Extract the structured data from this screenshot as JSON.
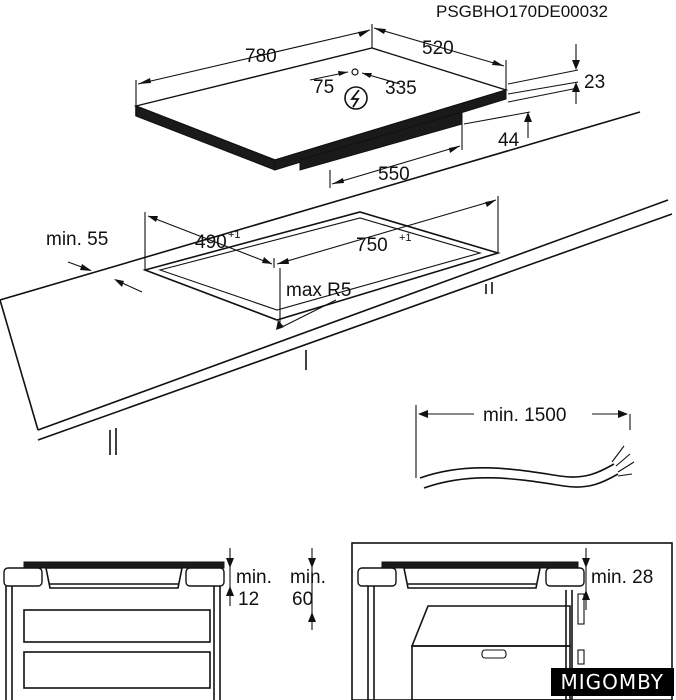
{
  "doc_code": "PSGBHO170DE00032",
  "hob_dims": {
    "width": "780",
    "depth": "520",
    "left": "75",
    "right": "335",
    "thickness": "23",
    "underside": "44",
    "base_width": "550"
  },
  "cutout": {
    "min_edge": "min. 55",
    "depth": "490",
    "depth_tol": "+1",
    "width": "750",
    "width_tol": "+1",
    "radius": "max R5"
  },
  "cable": {
    "min_length": "min. 1500"
  },
  "section_left": {
    "gap_label_top": "min.",
    "gap_value": "12",
    "clear_label_top": "min.",
    "clear_value": "60"
  },
  "section_right": {
    "clear_label": "min. 28"
  },
  "brand": "MIGOMBY",
  "icons": {
    "power": "lightning-in-circle-icon"
  }
}
